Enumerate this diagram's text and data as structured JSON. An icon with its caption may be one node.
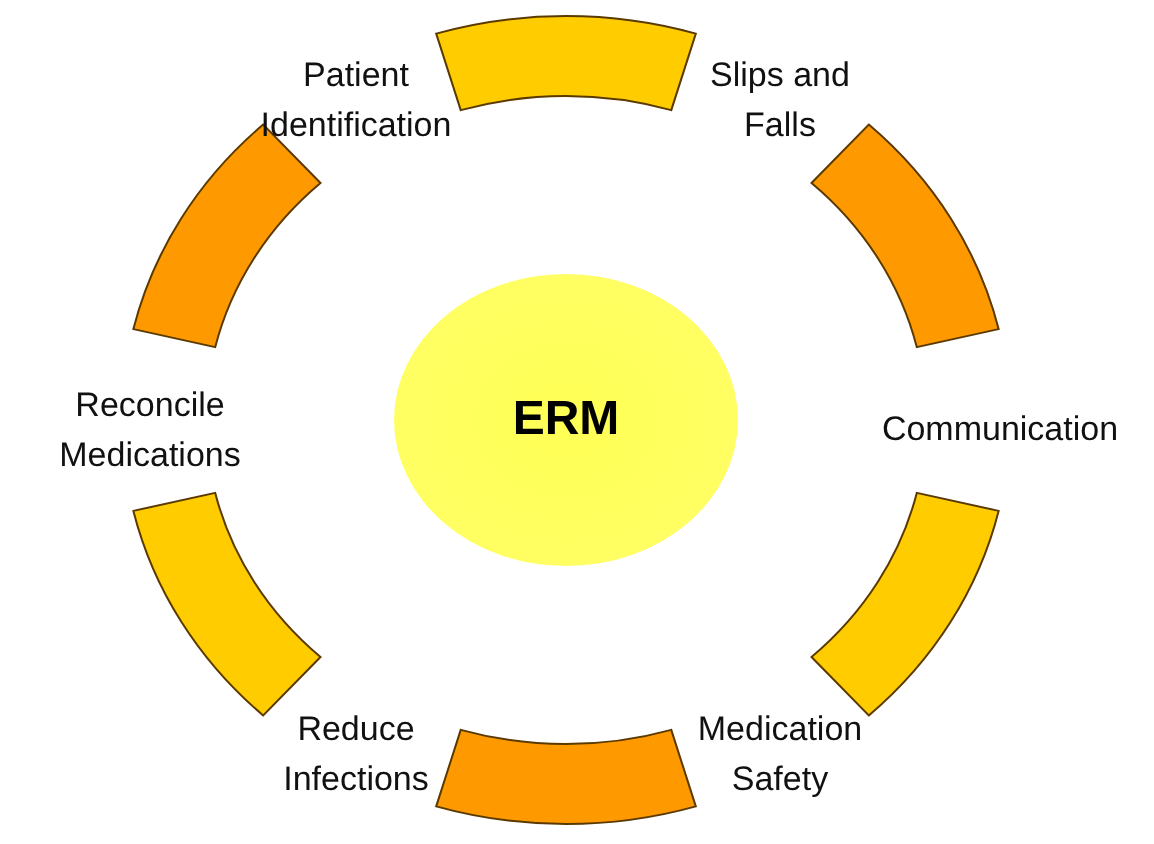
{
  "diagram": {
    "nodes": [
      {
        "text": [
          "ERM"
        ]
      }
    ],
    "labels": [
      "Patient Identification",
      "Slips and Falls",
      "Reconcile Medications",
      "Communication",
      "Reduce Infections",
      "Medication Safety"
    ]
  }
}
